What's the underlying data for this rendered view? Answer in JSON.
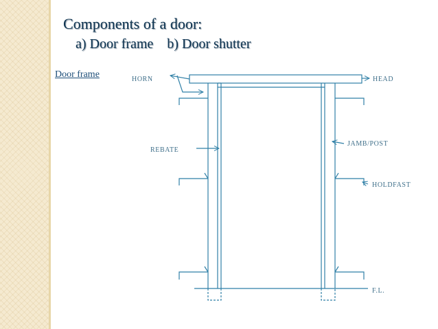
{
  "slide": {
    "title": "Components of a door:",
    "subtitle": "a) Door frame    b) Door shutter",
    "section_label": "Door frame"
  },
  "diagram": {
    "labels": {
      "horn": "HORN",
      "head": "HEAD",
      "rebate": "REBATE",
      "jamb": "JAMB/POST",
      "holdfast": "HOLDFAST",
      "floor_level": "F.L."
    },
    "colors": {
      "line": "#2f7fa6",
      "label": "#3f6f8a",
      "title": "#0f3552",
      "section_label": "#1c4d78",
      "sidebar": "#f5ead0"
    }
  }
}
